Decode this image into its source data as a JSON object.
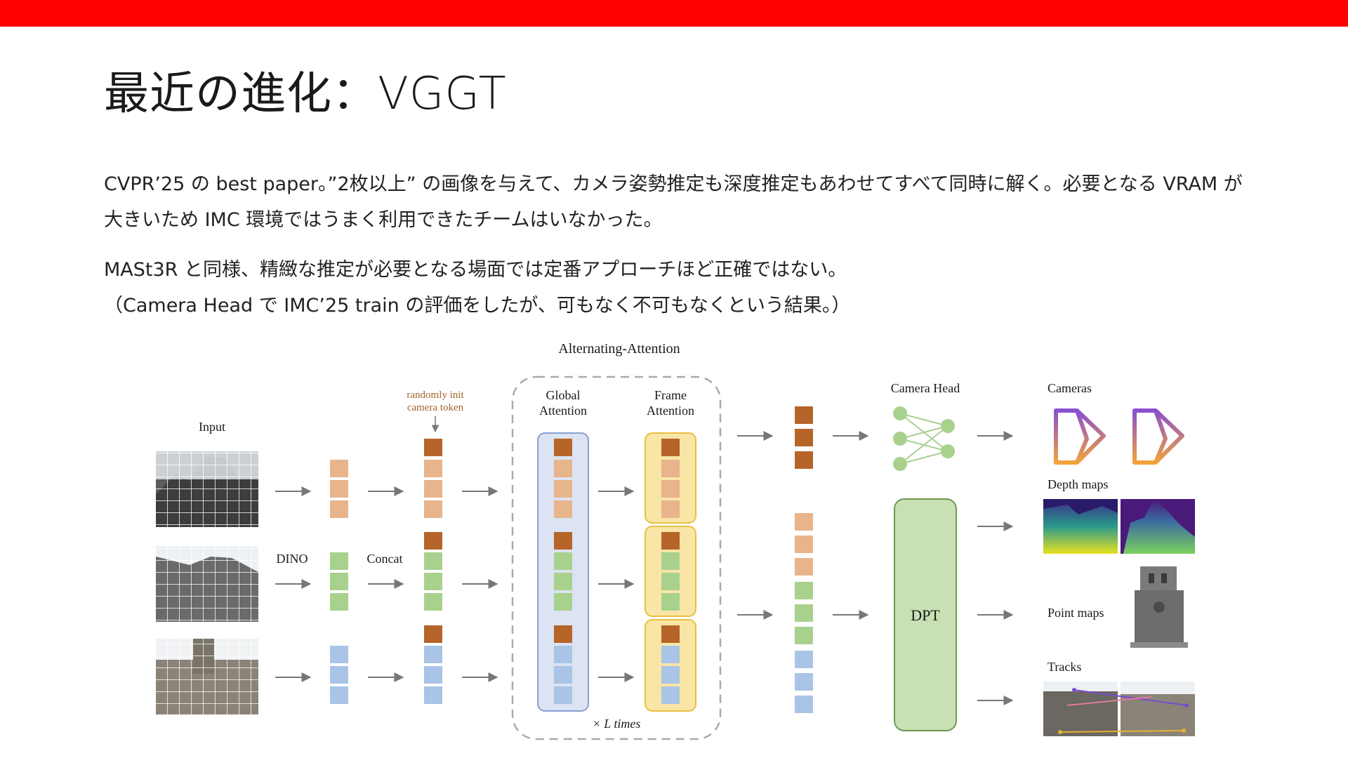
{
  "slide": {
    "title": "最近の進化：VGGT",
    "paragraphs": [
      "CVPR’25 の best paper。”2枚以上” の画像を与えて、カメラ姿勢推定も深度推定もあわせてすべて同時に解く。必要となる VRAM が大きいため IMC 環境ではうまく利用できたチームはいなかった。",
      "MASt3R と同様、精緻な推定が必要となる場面では定番アプローチほど正確ではない。",
      "（Camera Head で IMC’25 train の評価をしたが、可もなく不可もなくという結果。）"
    ]
  },
  "figure": {
    "title": "Alternating-Attention",
    "input_label": "Input",
    "dino_label": "DINO",
    "concat_label": "Concat",
    "camera_token_label": [
      "randomly init",
      "camera token"
    ],
    "global_attention_label": [
      "Global",
      "Attention"
    ],
    "frame_attention_label": [
      "Frame",
      "Attention"
    ],
    "repeat_label": "× L times",
    "camera_head_label": "Camera Head",
    "dpt_label": "DPT",
    "outputs": {
      "cameras": "Cameras",
      "depth_maps": "Depth maps",
      "point_maps": "Point maps",
      "tracks": "Tracks"
    },
    "colors": {
      "camera_token": "#b5652a",
      "frame1_token": "#e8b48c",
      "frame2_token": "#a9d18e",
      "frame3_token": "#a9c4e6",
      "global_box": "#dce3f2",
      "frame_box": "#f9e6a6",
      "dpt_box": "#c8e0b4",
      "accent_bar": "#ff0000"
    }
  }
}
